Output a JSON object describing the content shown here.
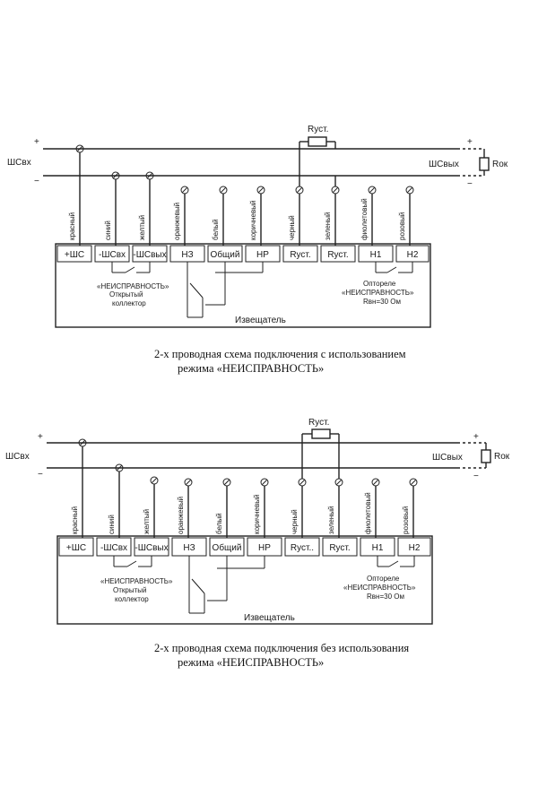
{
  "diagrams": [
    {
      "ins": "ШСвх",
      "outs": "ШСвых",
      "plus": "+",
      "minus": "−",
      "rust_top": "Rуст.",
      "rok": "Rок",
      "terminals": [
        "+ШС",
        "-ШСвх",
        "-ШСвых",
        "НЗ",
        "Общий",
        "НР",
        "Rуст.",
        "Rуст.",
        "Н1",
        "Н2"
      ],
      "wires": [
        "красный",
        "синий",
        "желтый",
        "оранжевый",
        "белый",
        "коричневый",
        "черный",
        "зеленый",
        "фиолетовый",
        "розовый"
      ],
      "fault_label": "«НЕИСПРАВНОСТЬ»",
      "collector_1": "Открытый",
      "collector_2": "коллектор",
      "opto_1": "Оптореле",
      "opto_2": "«НЕИСПРАВНОСТЬ»",
      "opto_3": "Rвн=30 Ом",
      "device": "Извещатель",
      "caption_1": "2-х проводная схема подключения с использованием",
      "caption_2": "режима «НЕИСПРАВНОСТЬ»"
    },
    {
      "ins": "ШСвх",
      "outs": "ШСвых",
      "plus": "+",
      "minus": "−",
      "rust_top": "Rуст.",
      "rok": "Rок",
      "terminals": [
        "+ШС",
        "-ШСвх",
        "-ШСвых",
        "НЗ",
        "Общий",
        "НР",
        "Rуст..",
        "Rуст.",
        "Н1",
        "Н2"
      ],
      "wires": [
        "красный",
        "синий",
        "желтый",
        "оранжевый",
        "белый",
        "коричневый",
        "черный",
        "зеленый",
        "фиолетовый",
        "розовый"
      ],
      "fault_label": "«НЕИСПРАВНОСТЬ»",
      "collector_1": "Открытый",
      "collector_2": "коллектор",
      "opto_1": "Оптореле",
      "opto_2": "«НЕИСПРАВНОСТЬ»",
      "opto_3": "Rвн=30 Ом",
      "device": "Извещатель",
      "caption_1": "2-х проводная схема подключения без использования",
      "caption_2": "режима «НЕИСПРАВНОСТЬ»"
    }
  ]
}
